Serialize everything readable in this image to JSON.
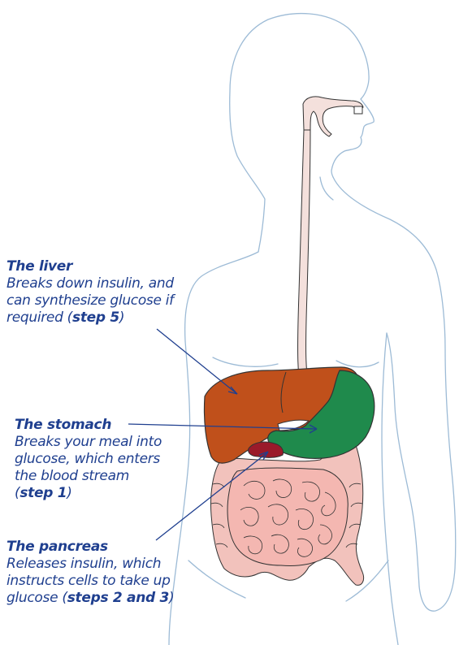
{
  "colors": {
    "outline": "#9dbbd6",
    "text": "#1f3f8f",
    "liver": "#c0501b",
    "stomach": "#1f8a4c",
    "pancreas": "#9a1a2a",
    "intestine": "#f2c2bc",
    "esophagus": "#f4e0dc",
    "pointer": "#1f3f8f"
  },
  "labels": {
    "liver": {
      "title": "The liver",
      "line1": "Breaks down insulin, and",
      "line2": "can synthesize glucose if",
      "line3_pre": "required (",
      "line3_bold": "step 5",
      "line3_post": ")"
    },
    "stomach": {
      "title": "The stomach",
      "line1": "Breaks your meal into",
      "line2": "glucose, which enters",
      "line3": "the blood stream",
      "line4_pre": "(",
      "line4_bold": "step 1",
      "line4_post": ")"
    },
    "pancreas": {
      "title": "The pancreas",
      "line1": "Releases insulin, which",
      "line2": "instructs cells to take up",
      "line3_pre": "glucose (",
      "line3_bold": "steps 2 and 3",
      "line3_post": ")"
    }
  }
}
